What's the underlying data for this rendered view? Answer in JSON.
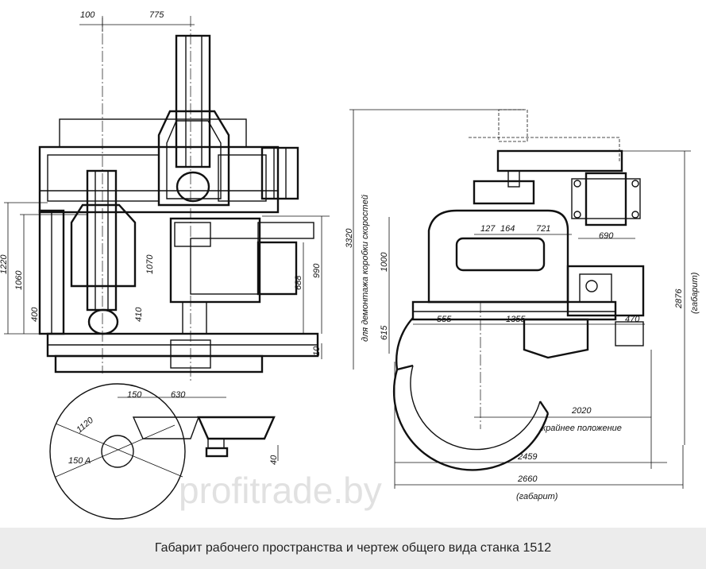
{
  "caption": "Габарит рабочего пространства и чертеж общего вида станка 1512",
  "watermark": "profitrade.by",
  "front_view": {
    "top_dims": [
      "100",
      "775"
    ],
    "left_dims": [
      "1220",
      "1060",
      "400"
    ],
    "inner_dims": [
      "1070",
      "410"
    ],
    "right_dims": [
      "688",
      "990",
      "10"
    ]
  },
  "table_view": {
    "dims": [
      "150",
      "630",
      "1120",
      "150 A",
      "40"
    ]
  },
  "side_view": {
    "vertical_dims": [
      "3320",
      "1000",
      "615",
      "2876"
    ],
    "vertical_notes": [
      "для демонтажа коробки скоростей",
      "(габарит)"
    ],
    "top_dims": [
      "127",
      "164",
      "721",
      "690"
    ],
    "base_dims": [
      "555",
      "1355",
      "470"
    ],
    "bottom_dims": [
      "2020",
      "2459",
      "2660"
    ],
    "bottom_notes": [
      "крайнее положение",
      "(габарит)"
    ]
  }
}
